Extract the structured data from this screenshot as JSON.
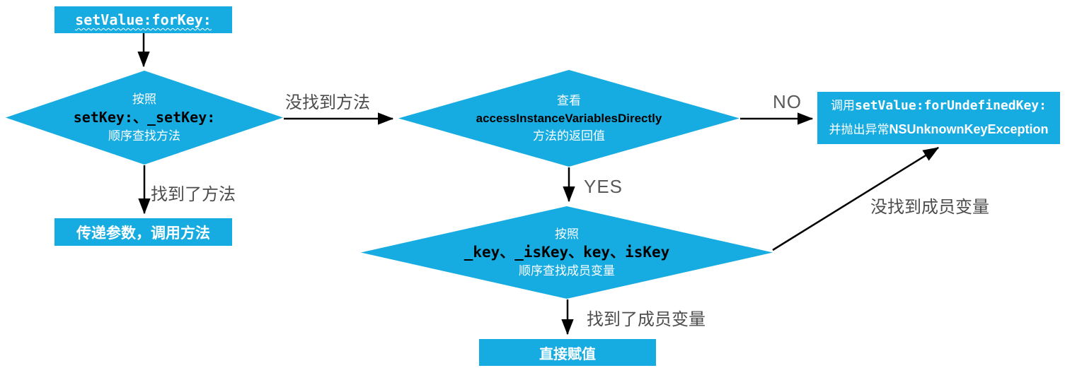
{
  "title": "setValue:forKey: KVC flowchart",
  "colors": {
    "node_fill": "#16ace2",
    "arrow": "#000000",
    "node_text": "#ffffff",
    "code_text": "#000000",
    "edge_label_text": "#4d4d4d"
  },
  "nodes": {
    "start": {
      "label": "setValue:forKey:"
    },
    "find_method": {
      "line1": "按照",
      "line2": "setKey:、_setKey:",
      "line3": "顺序查找方法"
    },
    "check_access": {
      "line1": "查看",
      "line2": "accessInstanceVariablesDirectly",
      "line3": "方法的返回值"
    },
    "call_method": {
      "label": "传递参数，调用方法"
    },
    "undefined_key": {
      "line1_prefix": "调用",
      "line1_code": "setValue:forUndefinedKey:",
      "line2_prefix": "并抛出异常",
      "line2_code": "NSUnknownKeyException"
    },
    "find_ivar": {
      "line1": "按照",
      "line2": "_key、_isKey、key、isKey",
      "line3": "顺序查找成员变量"
    },
    "assign": {
      "label": "直接赋值"
    }
  },
  "edges": {
    "method_not_found": "没找到方法",
    "method_found": "找到了方法",
    "no": "NO",
    "yes": "YES",
    "ivar_not_found": "没找到成员变量",
    "ivar_found": "找到了成员变量"
  }
}
